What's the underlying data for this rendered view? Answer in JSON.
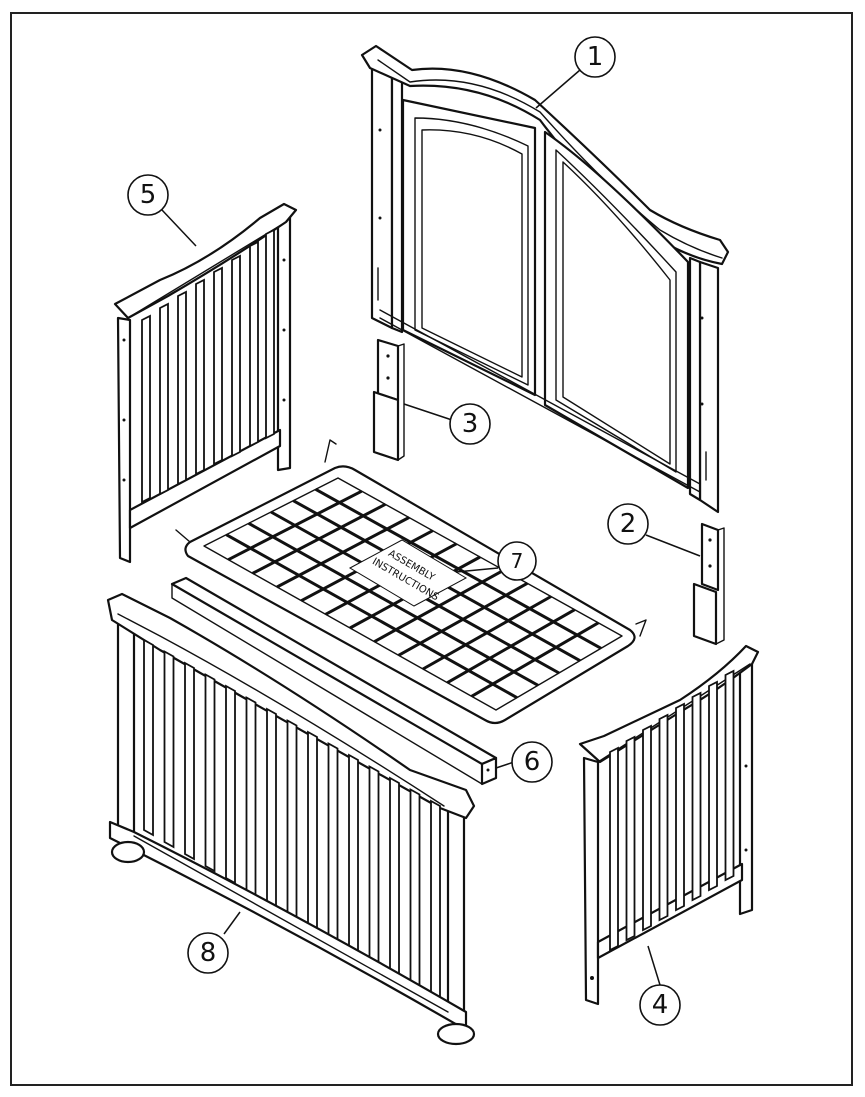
{
  "diagram": {
    "parts": [
      {
        "id": "headboard",
        "callout": "1"
      },
      {
        "id": "right-post",
        "callout": "2"
      },
      {
        "id": "left-post",
        "callout": "3"
      },
      {
        "id": "right-side-rail",
        "callout": "4"
      },
      {
        "id": "left-side-rail",
        "callout": "5"
      },
      {
        "id": "stabilizer-bar",
        "callout": "6"
      },
      {
        "id": "mattress-spring",
        "callout": "7"
      },
      {
        "id": "footboard",
        "callout": "8"
      }
    ],
    "label_sheet": {
      "line1": "ASSEMBLY",
      "line2": "INSTRUCTIONS"
    }
  },
  "colors": {
    "line": "#111111",
    "background": "#ffffff"
  }
}
